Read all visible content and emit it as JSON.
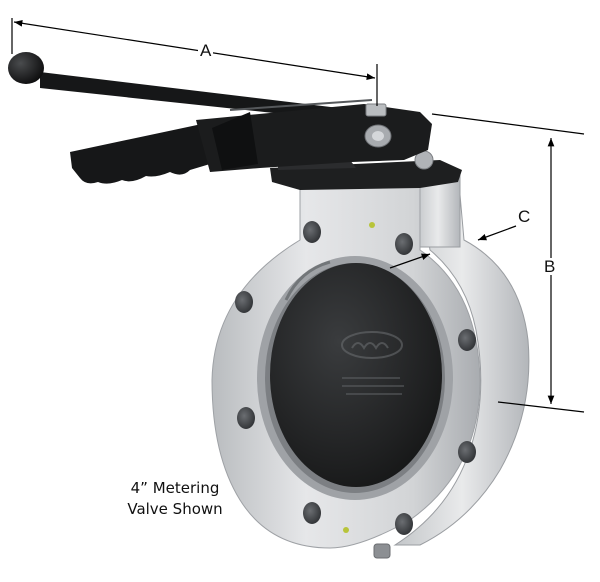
{
  "dimensions": {
    "a_label": "A",
    "b_label": "B",
    "c_label": "C"
  },
  "caption": {
    "line1": "4” Metering",
    "line2": "Valve Shown"
  },
  "colors": {
    "valve_body": "#d4d6d8",
    "disc": "#1f2021",
    "handle": "#161718",
    "dimension_line": "#000000"
  }
}
